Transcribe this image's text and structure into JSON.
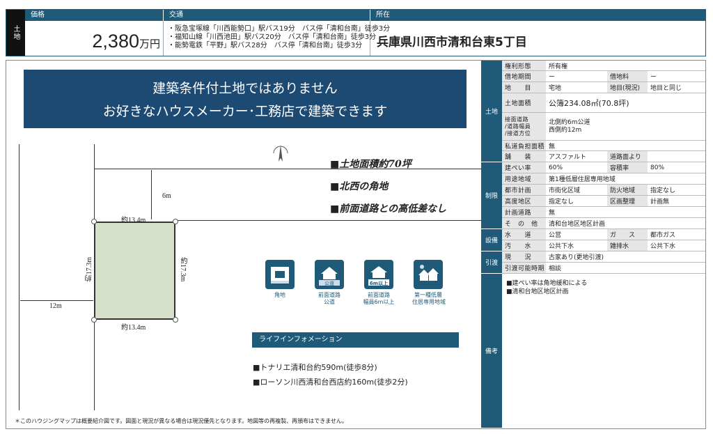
{
  "header": {
    "category": "土地",
    "price_label": "価格",
    "access_label": "交通",
    "address_label": "所在",
    "price_value": "2,380",
    "price_unit": "万円",
    "access": [
      "・阪急宝塚線「川西能勢口」駅バス19分　バス停「清和台南」徒歩3分",
      "・福知山線「川西池田」駅バス20分　バス停「清和台南」徒歩3分",
      "・能勢電鉄「平野」駅バス28分　バス停「清和台南」徒歩3分"
    ],
    "address": "兵庫県川西市清和台東5丁目"
  },
  "banner": {
    "line1": "建築条件付土地ではありません",
    "line2": "お好きなハウスメーカー･工務店で建築できます"
  },
  "map": {
    "road_north": "6m",
    "road_west": "12m",
    "top_width": "約13.4m",
    "bottom_width": "約13.4m",
    "left_depth": "約17.3m",
    "right_depth": "約17.3m"
  },
  "features": [
    "■土地面積約70坪",
    "■北西の角地",
    "■前面道路との高低差なし"
  ],
  "icons": [
    {
      "name": "corner-lot-icon",
      "caption1": "角地",
      "caption2": ""
    },
    {
      "name": "public-road-icon",
      "caption1": "前面道路",
      "caption2": "公道",
      "badge": "公道"
    },
    {
      "name": "road-width-icon",
      "caption1": "前面道路",
      "caption2": "幅員6m以上",
      "badge": "6m以上"
    },
    {
      "name": "residential-zone-icon",
      "caption1": "第一種低層",
      "caption2": "住居専用地域"
    }
  ],
  "life": {
    "title": "ライフインフォメーション",
    "items": [
      "■トナリエ清和台約590m(徒歩8分)",
      "■ローソン川西清和台西店約160m(徒歩2分)"
    ]
  },
  "note": "＊このハウジングマップは概要紹介図です。図面と現況が異なる場合は現況優先となります。地図等の再複製、再頒布はできません。",
  "spec": {
    "cats": {
      "land": "土地",
      "limits": "制限",
      "facilities": "設備",
      "handover": "引渡",
      "remarks": "備考"
    },
    "rows": {
      "ownership": {
        "k": "権利形態",
        "v": "所有権"
      },
      "lease_period": {
        "k": "借地期間",
        "v": "ー",
        "k2": "借地料",
        "v2": "ー"
      },
      "land_category": {
        "k": "地　　目",
        "v": "宅地",
        "k2": "地目(現況)",
        "v2": "地目と同じ"
      },
      "area": {
        "k": "土地面積",
        "v": "公簿234.08㎡(70.8坪)"
      },
      "road": {
        "k": "接面道路\n/道路幅員\n/接道方位",
        "v": "北側約6m公道\n西側約12m"
      },
      "private_road": {
        "k": "私道負担面積",
        "v": "無"
      },
      "pavement": {
        "k": "舗　　装",
        "v": "アスファルト",
        "k2": "道路面より",
        "v2": ""
      },
      "coverage": {
        "k": "建ぺい率",
        "v": "60%",
        "k2": "容積率",
        "v2": "80%"
      },
      "zoning": {
        "k": "用途地域",
        "v": "第1種低層住居専用地域"
      },
      "city_plan": {
        "k": "都市計画",
        "v": "市街化区域",
        "k2": "防火地域",
        "v2": "指定なし"
      },
      "height": {
        "k": "高度地区",
        "v": "指定なし",
        "k2": "区画整理",
        "v2": "計画無"
      },
      "planned_road": {
        "k": "計画道路",
        "v": "無"
      },
      "other": {
        "k": "そ　の　他",
        "v": "清和台地区地区計画"
      },
      "water": {
        "k": "水　　道",
        "v": "公営",
        "k2": "ガ　　ス",
        "v2": "都市ガス"
      },
      "sewage": {
        "k": "汚　　水",
        "v": "公共下水",
        "k2": "雑排水",
        "v2": "公共下水"
      },
      "status": {
        "k": "現　　況",
        "v": "古家あり(更地引渡)"
      },
      "handover_date": {
        "k": "引渡可能時期",
        "v": "相談"
      }
    },
    "remarks": [
      "■建ぺい率は角地緩和による",
      "■清和台地区地区計画"
    ]
  }
}
